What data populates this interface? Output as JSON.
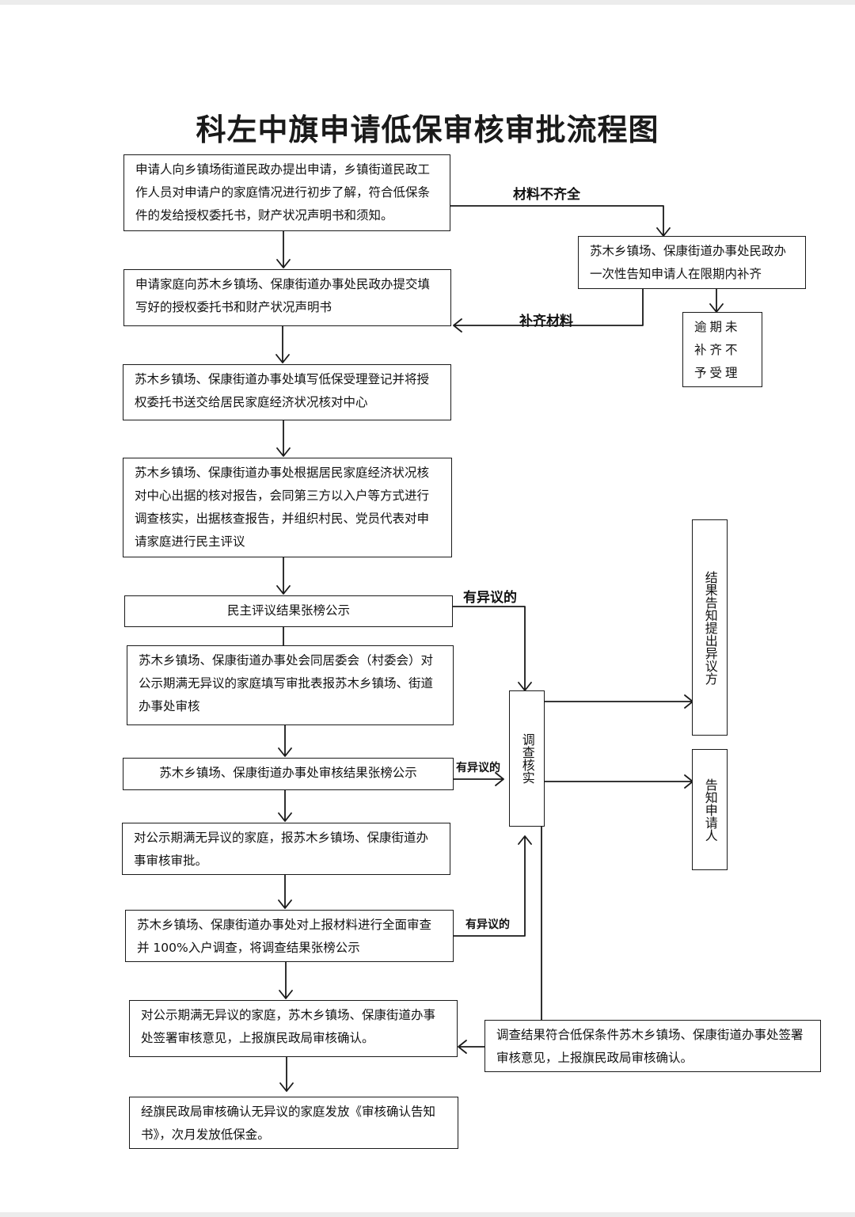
{
  "title": "科左中旗申请低保审核审批流程图",
  "steps": [
    {
      "text": "申请人向乡镇场街道民政办提出申请，乡镇街道民政工作人员对申请户的家庭情况进行初步了解，符合低保条件的发给授权委托书，财产状况声明书和须知。"
    },
    {
      "text": "申请家庭向苏木乡镇场、保康街道办事处民政办提交填写好的授权委托书和财产状况声明书"
    },
    {
      "text": "苏木乡镇场、保康街道办事处填写低保受理登记并将授权委托书送交给居民家庭经济状况核对中心"
    },
    {
      "text": "苏木乡镇场、保康街道办事处根据居民家庭经济状况核对中心出据的核对报告，会同第三方以入户等方式进行调查核实，出据核查报告，并组织村民、党员代表对申请家庭进行民主评议"
    },
    {
      "text": "民主评议结果张榜公示"
    },
    {
      "text": "苏木乡镇场、保康街道办事处会同居委会（村委会）对公示期满无异议的家庭填写审批表报苏木乡镇场、街道办事处审核"
    },
    {
      "text": "苏木乡镇场、保康街道办事处审核结果张榜公示"
    },
    {
      "text": "对公示期满无异议的家庭，报苏木乡镇场、保康街道办事审核审批。"
    },
    {
      "text": "苏木乡镇场、保康街道办事处对上报材料进行全面审查并 100%入户调查，将调查结果张榜公示"
    },
    {
      "text": "对公示期满无异议的家庭，苏木乡镇场、保康街道办事处签署审核意见，上报旗民政局审核确认。"
    },
    {
      "text": "经旗民政局审核确认无异议的家庭发放《审核确认告知书》，次月发放低保金。"
    }
  ],
  "side": {
    "notify": "苏木乡镇场、保康街道办事处民政办一次性告知申请人在限期内补齐",
    "overdue": "逾期未补齐不予受理",
    "investigate": "调查核实",
    "inform_objector": "结果告知提出异议方",
    "inform_applicant": "告知申请人",
    "result": "调查结果符合低保条件苏木乡镇场、保康街道办事处签署审核意见，上报旗民政局审核确认。"
  },
  "labels": {
    "incomplete": "材料不齐全",
    "supplement": "补齐材料",
    "objection1": "有异议的",
    "objection2": "有异议的",
    "objection3": "有异议的"
  }
}
